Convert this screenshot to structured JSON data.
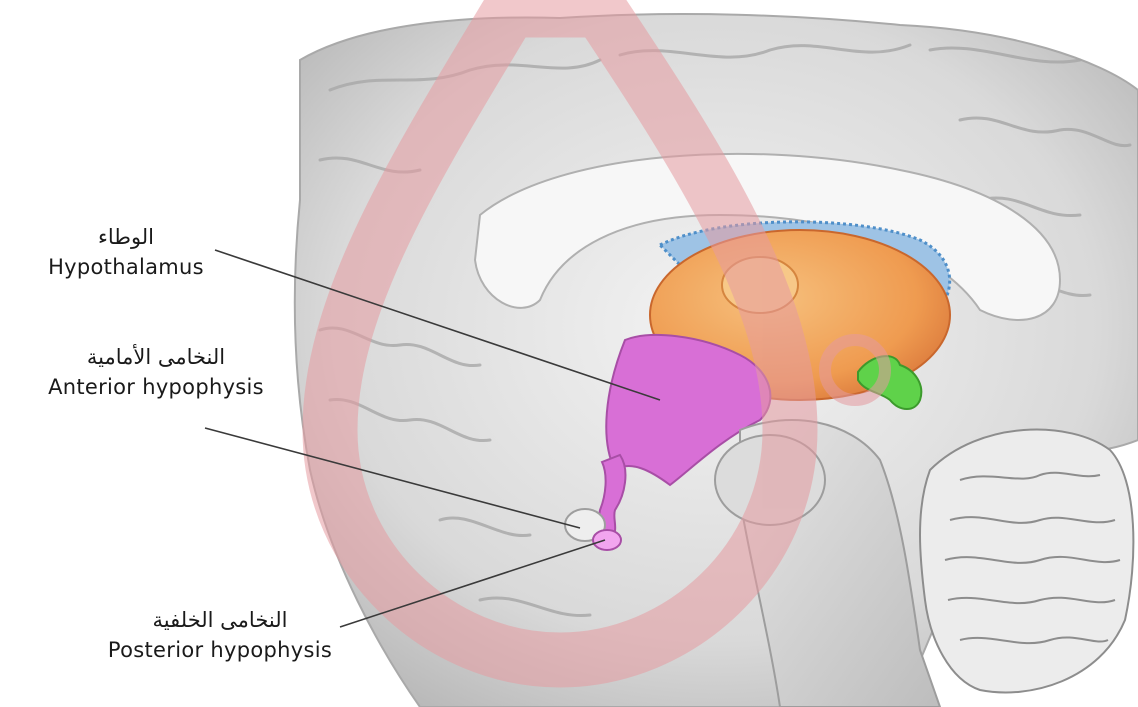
{
  "labels": {
    "hypothalamus": {
      "ar": "الوطاء",
      "en": "Hypothalamus"
    },
    "anterior": {
      "ar": "النخامى الأمامية",
      "en": "Anterior hypophysis"
    },
    "posterior": {
      "ar": "النخامى الخلفية",
      "en": "Posterior hypophysis"
    }
  },
  "colors": {
    "hypothalamus": "#d86fd6",
    "thalamus": "#f2a35e",
    "pineal": "#5fd24a",
    "ventricle_border": "#4f8fc9",
    "watermark": "#e59aa0"
  }
}
